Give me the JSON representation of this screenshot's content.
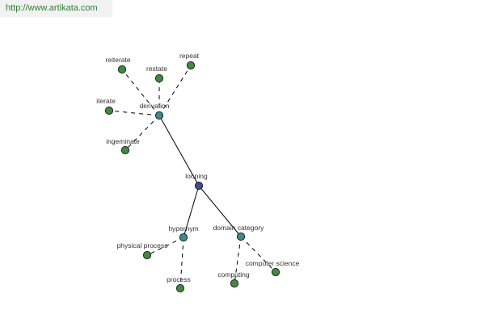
{
  "source_url": "http://www.artikata.com",
  "colors": {
    "root_node": "#3f4d95",
    "relation_node": "#3c8c8c",
    "word_node": "#3f8a3f",
    "url_text": "#2e7d32"
  },
  "graph": {
    "root": {
      "id": "looping",
      "label": "looping"
    },
    "relations": [
      {
        "id": "derivation",
        "label": "derivation",
        "words": [
          "reiterate",
          "restate",
          "repeat",
          "iterate",
          "ingeminate"
        ]
      },
      {
        "id": "hypernym",
        "label": "hypernym",
        "words": [
          "physical process",
          "process"
        ]
      },
      {
        "id": "domain-category",
        "label": "domain category",
        "words": [
          "computing",
          "computer science"
        ]
      }
    ]
  }
}
